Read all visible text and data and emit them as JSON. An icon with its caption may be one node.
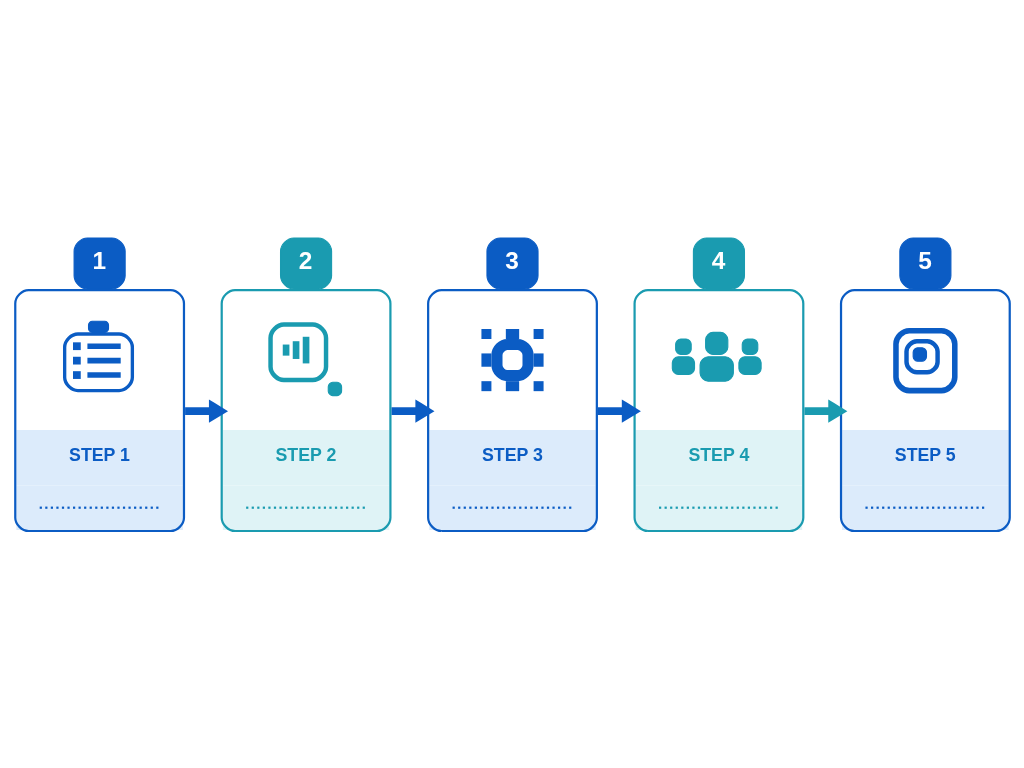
{
  "diagram": {
    "nodes": [
      {
        "text": [
          "1",
          "STEP 1"
        ]
      },
      {
        "text": [
          "2",
          "STEP 2"
        ]
      },
      {
        "text": [
          "3",
          "STEP 3"
        ]
      },
      {
        "text": [
          "4",
          "STEP 4"
        ]
      },
      {
        "text": [
          "5",
          "STEP 5"
        ]
      }
    ],
    "edges": [
      {
        "from": 0,
        "to": 1,
        "arrow": "to"
      },
      {
        "from": 1,
        "to": 2,
        "arrow": "to"
      },
      {
        "from": 2,
        "to": 3,
        "arrow": "to"
      },
      {
        "from": 3,
        "to": 4,
        "arrow": "to",
        "color": "#1a9bb0"
      }
    ]
  }
}
